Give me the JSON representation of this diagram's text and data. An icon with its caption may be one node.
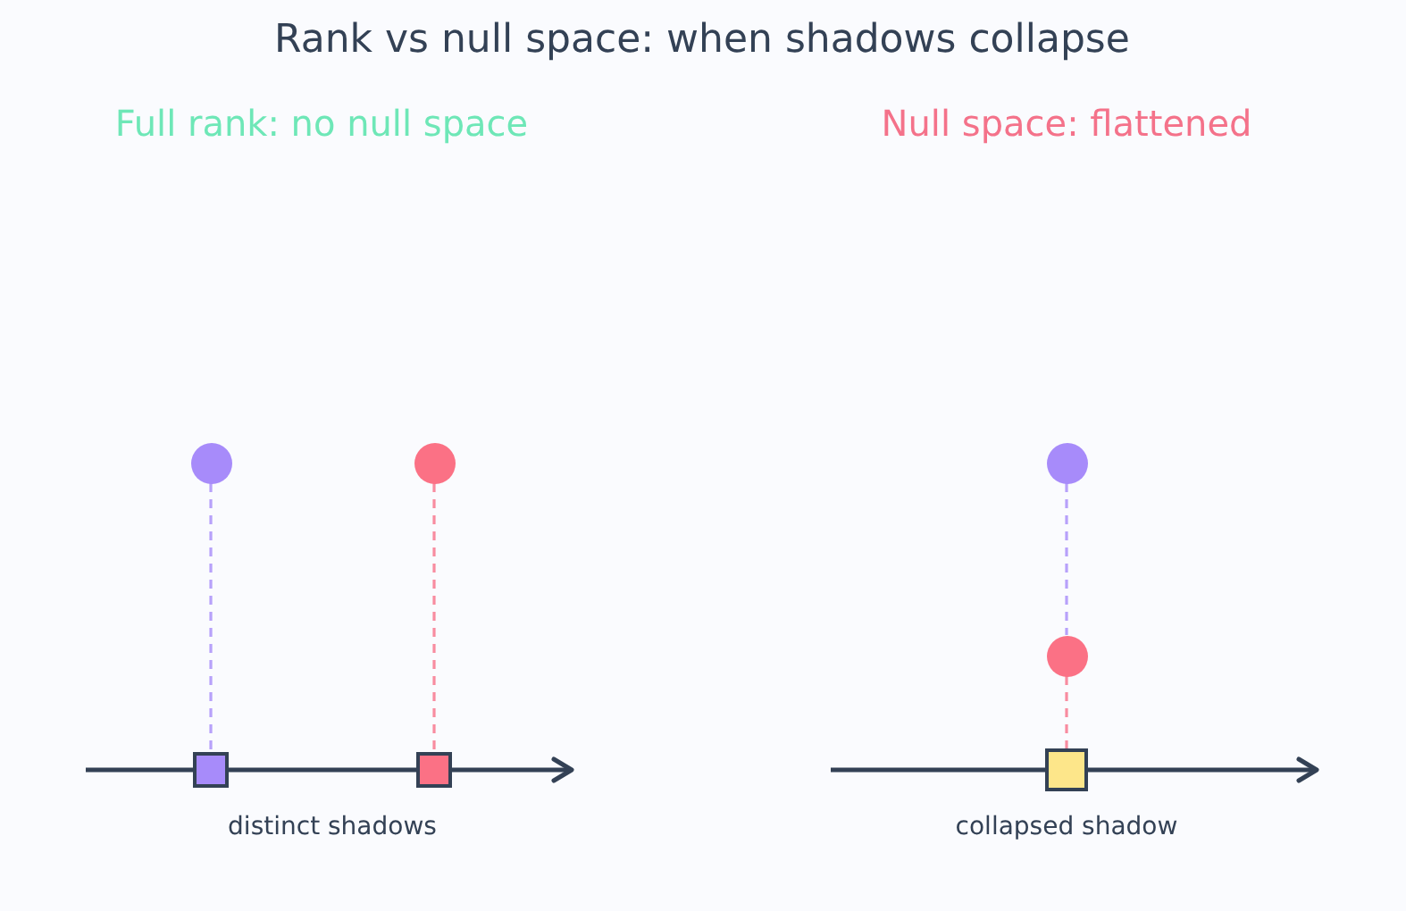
{
  "diagram": {
    "title": "Rank vs null space: when shadows collapse",
    "nodes": [
      {
        "text": [],
        "shape": "circle"
      },
      {
        "text": [],
        "shape": "circle"
      },
      {
        "text": [],
        "shape": "box"
      },
      {
        "text": [],
        "shape": "box"
      },
      {
        "text": [],
        "shape": "circle"
      },
      {
        "text": [],
        "shape": "circle"
      },
      {
        "text": [],
        "shape": "box"
      }
    ],
    "edges": [
      {
        "from": 0,
        "to": 2,
        "arrow": "none",
        "style": "dashed",
        "color": "#a78bfa"
      },
      {
        "from": 1,
        "to": 3,
        "arrow": "none",
        "style": "dashed",
        "color": "#f87189"
      },
      {
        "from": 4,
        "to": 5,
        "arrow": "none",
        "style": "dashed",
        "color": "#a78bfa"
      },
      {
        "from": 5,
        "to": 6,
        "arrow": "none",
        "style": "dashed",
        "color": "#f87189"
      }
    ],
    "labels": [
      "Full rank: no null space",
      "Null space: flattened",
      "distinct shadows",
      "collapsed shadow"
    ]
  }
}
